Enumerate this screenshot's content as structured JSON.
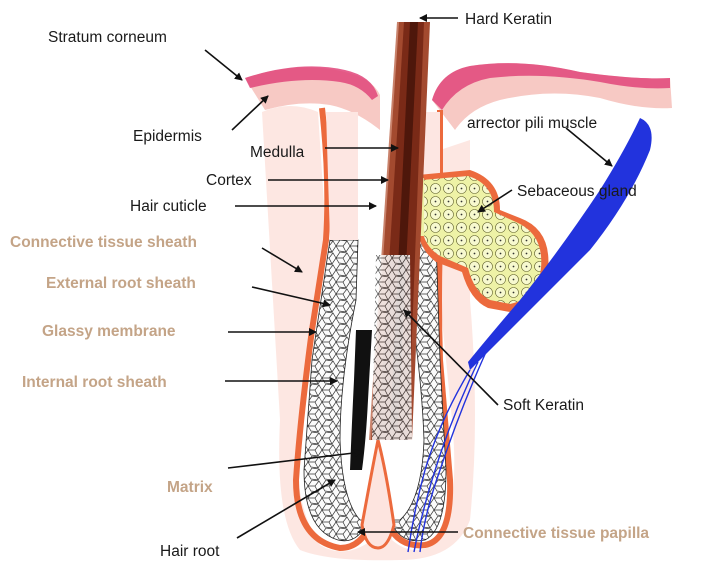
{
  "labels": {
    "hard_keratin": "Hard Keratin",
    "stratum_corneum": "Stratum corneum",
    "epidermis": "Epidermis",
    "medulla": "Medulla",
    "cortex": "Cortex",
    "hair_cuticle": "Hair cuticle",
    "connective_tissue_sheath": "Connective tissue sheath",
    "external_root_sheath": "External root sheath",
    "glassy_membrane": "Glassy membrane",
    "internal_root_sheath": "Internal root sheath",
    "matrix": "Matrix",
    "hair_root": "Hair root",
    "arrector_pili_muscle": "arrector pili muscle",
    "sebaceous_gland": "Sebaceous gland",
    "soft_keratin": "Soft Keratin",
    "connective_tissue_papilla": "Connective tissue papilla"
  },
  "colors": {
    "dark_label": "#1a1a1a",
    "tan_label": "#c4a487",
    "skin_pink": "#f7c9c4",
    "stratum_magenta": "#e0457a",
    "sheath_orange": "#ec6a3d",
    "hair_shaft": "#7a2a17",
    "muscle_blue": "#2233dd",
    "gland_yellow": "#eef2a6"
  }
}
